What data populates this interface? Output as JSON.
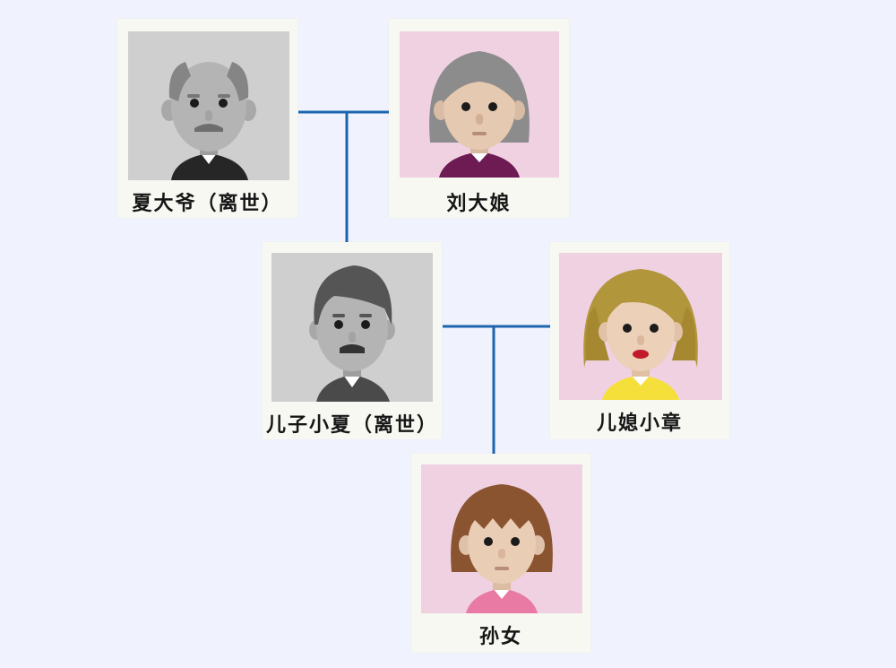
{
  "members": {
    "grandpa": {
      "name": "夏大爷（离世）"
    },
    "grandma": {
      "name": "刘大娘"
    },
    "son": {
      "name": "儿子小夏（离世）"
    },
    "daughter_in_law": {
      "name": "儿媳小章"
    },
    "granddaughter": {
      "name": "孙女"
    }
  },
  "colors": {
    "line": "#1d64ae",
    "card": "#f7f8f2",
    "background": "#f0f3fd",
    "photo_deceased": "#cfcfcf",
    "photo_living": "#efd1e2"
  }
}
